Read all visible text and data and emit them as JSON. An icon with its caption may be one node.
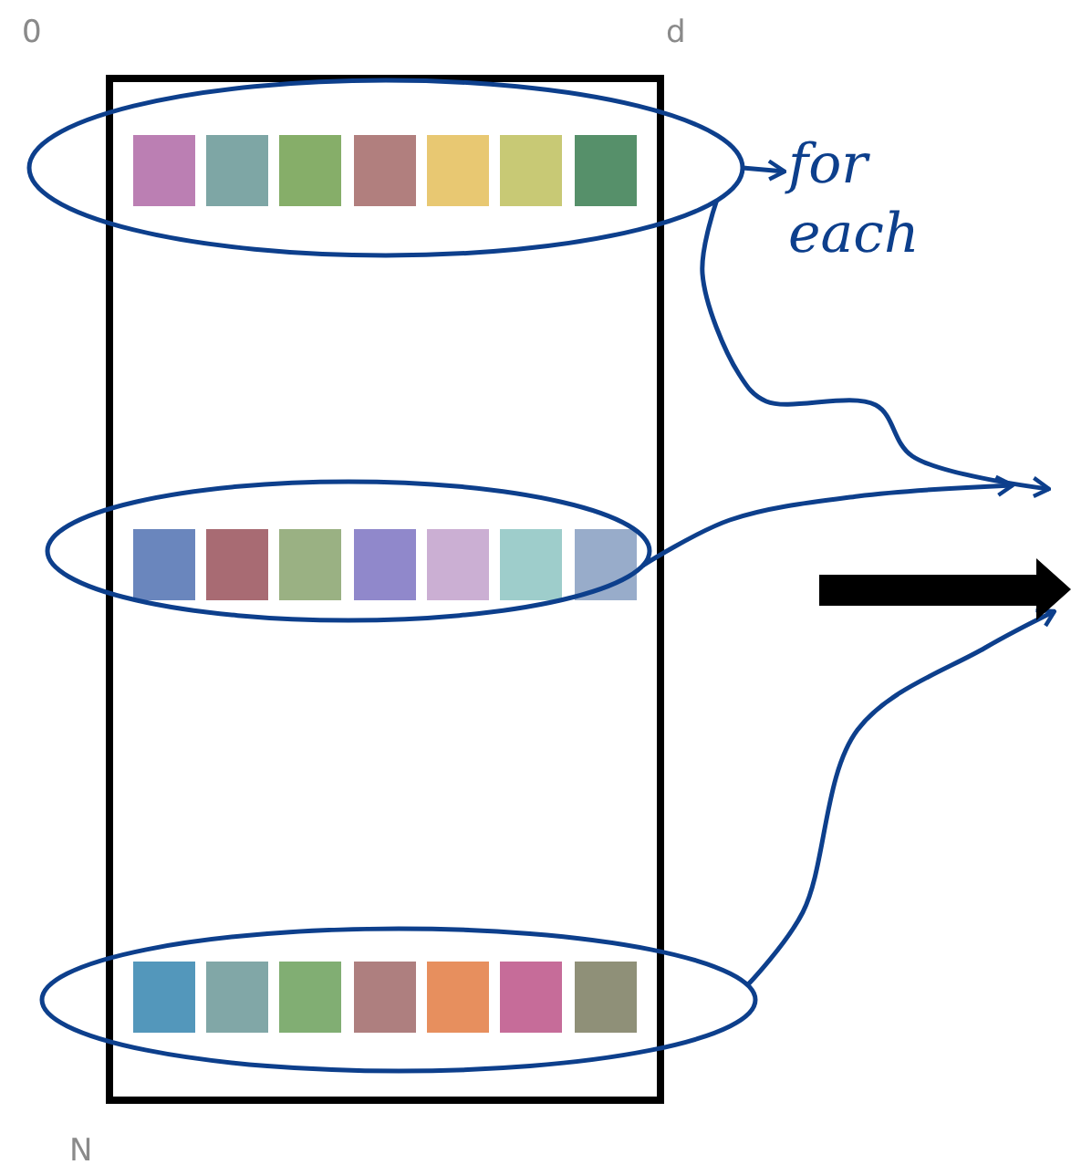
{
  "diagram": {
    "nodes": [
      {
        "text": [],
        "shape": "box"
      },
      {
        "text": [],
        "shape": "ellipse"
      },
      {
        "text": [],
        "shape": "ellipse"
      },
      {
        "text": [],
        "shape": "ellipse"
      },
      {
        "text": [
          "for each"
        ]
      }
    ],
    "edges": [
      {
        "from": 1,
        "to": 4,
        "arrow": "to"
      },
      {
        "from": 1,
        "to": null,
        "arrow": "to"
      },
      {
        "from": 2,
        "to": null,
        "arrow": "to"
      },
      {
        "from": 3,
        "to": null,
        "arrow": "to"
      }
    ],
    "labels": [
      "0",
      "d",
      "N"
    ]
  }
}
